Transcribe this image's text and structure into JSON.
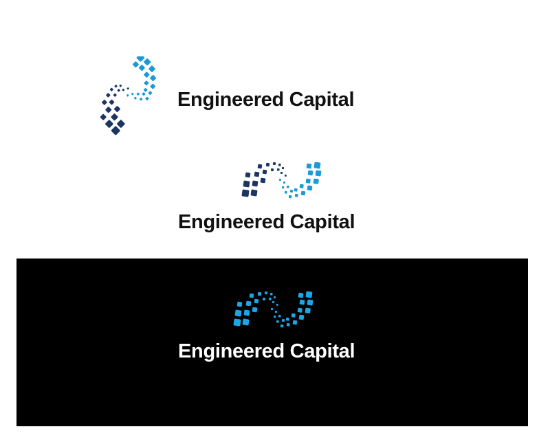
{
  "brand": {
    "name": "Engineered Capital"
  },
  "variants": [
    {
      "layout": "horizontal",
      "background": "#ffffff",
      "text_color": "#111111",
      "mark_colors": [
        "#1c3563",
        "#1b9ad8"
      ]
    },
    {
      "layout": "stacked",
      "background": "#ffffff",
      "text_color": "#111111",
      "mark_colors": [
        "#1c3563",
        "#1b9ad8"
      ]
    },
    {
      "layout": "stacked-inverse",
      "background": "#000000",
      "text_color": "#ffffff",
      "mark_colors": [
        "#1ba6e6",
        "#1ba6e6"
      ]
    }
  ]
}
